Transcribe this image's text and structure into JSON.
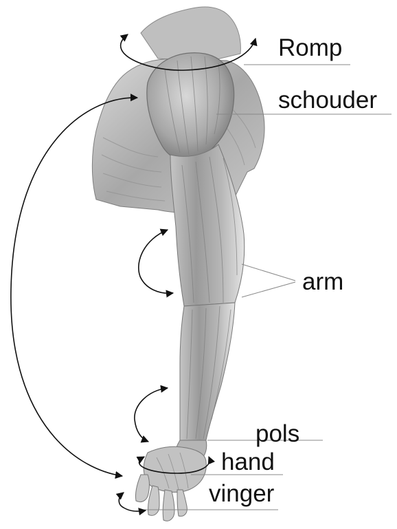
{
  "labels": {
    "romp": "Romp",
    "schouder": "schouder",
    "arm": "arm",
    "pols": "pols",
    "hand": "hand",
    "vinger": "vinger"
  },
  "colors": {
    "background": "#ffffff",
    "text": "#111111",
    "leader_line": "#888888",
    "arrow": "#111111",
    "muscle_light": "#e2e2e2",
    "muscle_mid": "#b9b9b9",
    "muscle_dark": "#7c7c7c"
  }
}
